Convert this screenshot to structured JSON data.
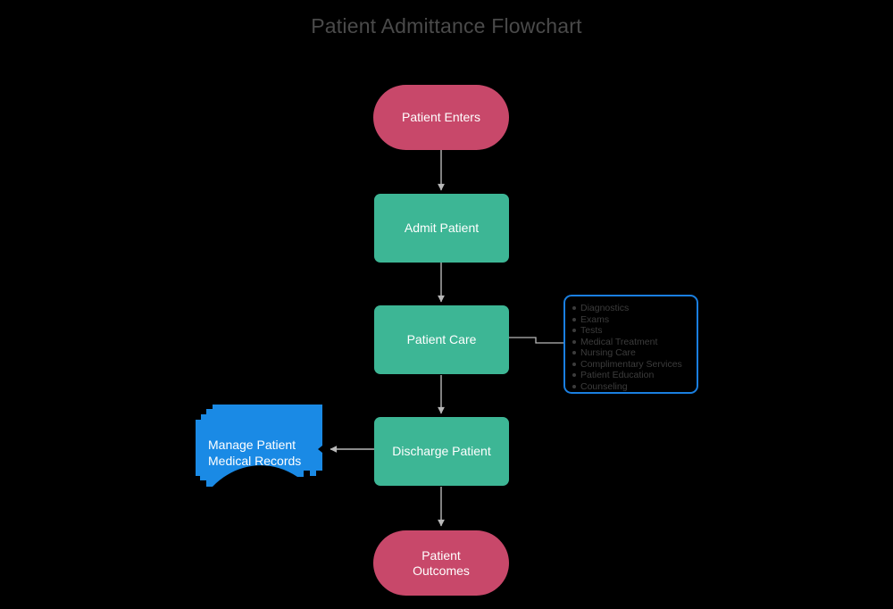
{
  "title": "Patient Admittance Flowchart",
  "colors": {
    "background": "#000000",
    "title_text": "#4a4a4a",
    "terminal_fill": "#c8486a",
    "process_fill": "#3db695",
    "document_fill": "#1a8ae5",
    "listbox_border": "#1a7fe0",
    "list_text": "#3c3c3c",
    "connector": "#b8b8b8",
    "node_text": "#ffffff"
  },
  "nodes": {
    "patient_enters": {
      "label": "Patient Enters",
      "shape": "terminal"
    },
    "admit_patient": {
      "label": "Admit Patient",
      "shape": "process"
    },
    "patient_care": {
      "label": "Patient Care",
      "shape": "process"
    },
    "discharge_patient": {
      "label": "Discharge Patient",
      "shape": "process"
    },
    "patient_outcomes": {
      "label_line1": "Patient",
      "label_line2": "Outcomes",
      "shape": "terminal"
    },
    "medical_records": {
      "label_line1": "Manage Patient",
      "label_line2": "Medical Records",
      "shape": "document"
    }
  },
  "care_list": {
    "items": [
      "Diagnostics",
      "Exams",
      "Tests",
      "Medical Treatment",
      "Nursing Care",
      "Complimentary Services",
      "Patient Education",
      "Counseling"
    ]
  },
  "connectors": [
    {
      "from": "patient_enters",
      "to": "admit_patient",
      "arrow": true
    },
    {
      "from": "admit_patient",
      "to": "patient_care",
      "arrow": true
    },
    {
      "from": "patient_care",
      "to": "care_list",
      "arrow": false
    },
    {
      "from": "patient_care",
      "to": "discharge_patient",
      "arrow": true
    },
    {
      "from": "discharge_patient",
      "to": "medical_records",
      "arrow": true
    },
    {
      "from": "discharge_patient",
      "to": "patient_outcomes",
      "arrow": true
    }
  ]
}
